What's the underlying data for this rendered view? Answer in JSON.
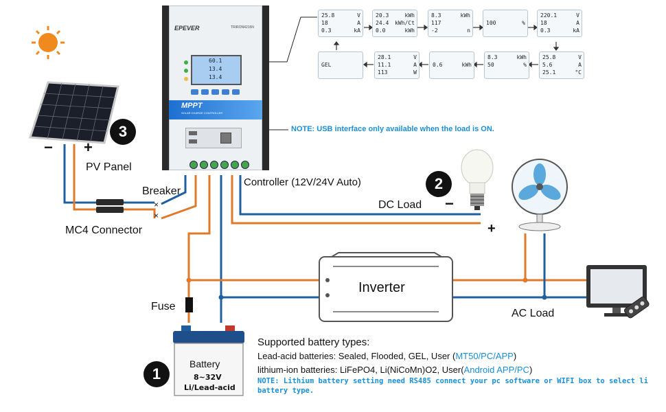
{
  "controller": {
    "brand": "EPEVER",
    "model": "TRIRON4215N",
    "lcd_lines": [
      "60.1",
      "13.4",
      "13.4"
    ],
    "banner_title": "MPPT",
    "banner_subtitle": "SOLAR CHARGE CONTROLLER",
    "label": "Controller (12V/24V Auto)"
  },
  "screens": [
    {
      "lines": [
        [
          "25.8",
          "V"
        ],
        [
          "18",
          "A"
        ],
        [
          "0.3",
          "kA"
        ]
      ]
    },
    {
      "lines": [
        [
          "20.3",
          "kWh"
        ],
        [
          "24.4",
          "kWh/Ct"
        ],
        [
          "0.0",
          "kWh"
        ]
      ]
    },
    {
      "lines": [
        [
          "8.3",
          "kWh"
        ],
        [
          "117",
          ""
        ],
        [
          "-2",
          "n"
        ]
      ]
    },
    {
      "lines": [
        [
          "",
          ""
        ],
        [
          "100",
          "%"
        ],
        [
          "",
          ""
        ]
      ]
    },
    {
      "lines": [
        [
          "220.1",
          "V"
        ],
        [
          "18",
          "A"
        ],
        [
          "0.3",
          "kA"
        ]
      ]
    },
    {
      "lines": [
        [
          "",
          ""
        ],
        [
          "GEL",
          ""
        ],
        [
          "",
          ""
        ]
      ]
    },
    {
      "lines": [
        [
          "28.1",
          "V"
        ],
        [
          "11.1",
          "A"
        ],
        [
          "113",
          "W"
        ]
      ]
    },
    {
      "lines": [
        [
          "",
          ""
        ],
        [
          "0.6",
          "kWh"
        ],
        [
          "",
          ""
        ]
      ]
    },
    {
      "lines": [
        [
          "8.3",
          "kWh"
        ],
        [
          "50",
          "%"
        ],
        [
          "",
          ""
        ]
      ]
    },
    {
      "lines": [
        [
          "25.8",
          "V"
        ],
        [
          "5.6",
          "A"
        ],
        [
          "25.1",
          "°C"
        ]
      ]
    }
  ],
  "labels": {
    "pv_panel": "PV Panel",
    "breaker": "Breaker",
    "mc4": "MC4 Connector",
    "dc_load": "DC Load",
    "inverter": "Inverter",
    "ac_load": "AC Load",
    "fuse": "Fuse",
    "battery": "Battery",
    "battery_voltage": "8~32V",
    "battery_type": "Li/Lead-acid",
    "minus": "−",
    "plus": "+",
    "num1": "1",
    "num2": "2",
    "num3": "3"
  },
  "notes": {
    "usb": "NOTE: USB interface only available when the load is ON.",
    "lithium": "NOTE: Lithium battery setting need RS485 connect your pc software or WIFI box to select li battery type."
  },
  "battery_info": {
    "heading": "Supported battery types:",
    "lead_acid_prefix": "Lead-acid batteries: Sealed, Flooded, GEL, User (",
    "lead_acid_link": "MT50/PC/APP",
    "lead_acid_suffix": ")",
    "lithium_prefix": "lithium-ion batteries: LiFePO4, Li(NiCoMn)O2, User(",
    "lithium_link": "Android APP/PC",
    "lithium_suffix": ")"
  },
  "colors": {
    "wire_orange": "#e07a2a",
    "wire_blue": "#1f5fa0",
    "note_blue": "#1a8fd6",
    "sun": "#f08a1e"
  }
}
